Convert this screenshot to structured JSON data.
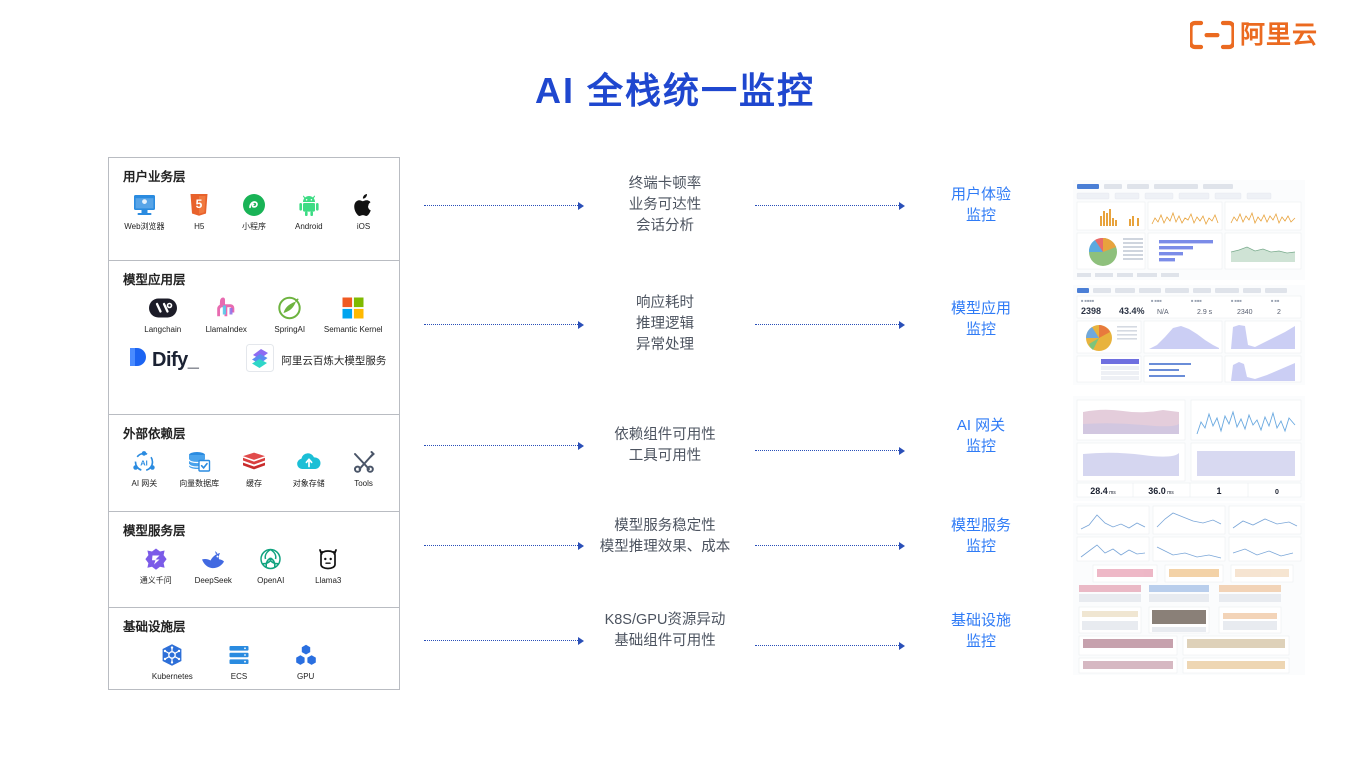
{
  "brand": {
    "logo_text": "阿里云",
    "logo_icon": "alibaba-cloud-mark",
    "logo_color": "#EB6A20"
  },
  "title": "AI 全栈统一监控",
  "title_color": "#1F47CF",
  "accent_blue": "#2F7BF6",
  "connector_color": "#2a4fb8",
  "stack": {
    "layers": [
      {
        "id": "user-business",
        "title": "用户业务层",
        "items": [
          {
            "label": "Web浏览器",
            "icon": "monitor-icon"
          },
          {
            "label": "H5",
            "icon": "html5-icon"
          },
          {
            "label": "小程序",
            "icon": "wechat-miniprogram-icon"
          },
          {
            "label": "Android",
            "icon": "android-icon"
          },
          {
            "label": "iOS",
            "icon": "apple-icon"
          }
        ]
      },
      {
        "id": "model-application",
        "title": "模型应用层",
        "items": [
          {
            "label": "Langchain",
            "icon": "langchain-icon"
          },
          {
            "label": "LlamaIndex",
            "icon": "llamaindex-icon"
          },
          {
            "label": "SpringAI",
            "icon": "spring-icon"
          },
          {
            "label": "Semantic Kernel",
            "icon": "microsoft-icon"
          }
        ],
        "items_row2": [
          {
            "label": "Dify_",
            "icon": "dify-icon"
          },
          {
            "label": "阿里云百炼大模型服务",
            "icon": "bailian-icon"
          }
        ]
      },
      {
        "id": "external-dependency",
        "title": "外部依赖层",
        "items": [
          {
            "label": "AI 网关",
            "icon": "ai-gateway-icon"
          },
          {
            "label": "向量数据库",
            "icon": "vector-database-icon"
          },
          {
            "label": "缓存",
            "icon": "redis-cache-icon"
          },
          {
            "label": "对象存储",
            "icon": "object-storage-icon"
          },
          {
            "label": "Tools",
            "icon": "tools-icon"
          }
        ]
      },
      {
        "id": "model-service",
        "title": "模型服务层",
        "items": [
          {
            "label": "通义千问",
            "icon": "tongyi-qianwen-icon"
          },
          {
            "label": "DeepSeek",
            "icon": "deepseek-whale-icon"
          },
          {
            "label": "OpenAI",
            "icon": "openai-icon"
          },
          {
            "label": "Llama3",
            "icon": "llama-icon"
          }
        ]
      },
      {
        "id": "infrastructure",
        "title": "基础设施层",
        "items": [
          {
            "label": "Kubernetes",
            "icon": "kubernetes-icon"
          },
          {
            "label": "ECS",
            "icon": "server-stack-icon"
          },
          {
            "label": "GPU",
            "icon": "gpu-icon"
          }
        ]
      }
    ]
  },
  "rows": [
    {
      "id": "user-experience",
      "desc": "终端卡顿率\n业务可达性\n会话分析",
      "desc_lines": [
        "终端卡顿率",
        "业务可达性",
        "会话分析"
      ],
      "monitor_lines": [
        "用户体验",
        "监控"
      ]
    },
    {
      "id": "model-application",
      "desc_lines": [
        "响应耗时",
        "推理逻辑",
        "异常处理"
      ],
      "monitor_lines": [
        "模型应用",
        "监控"
      ]
    },
    {
      "id": "ai-gateway",
      "desc_lines": [
        "依赖组件可用性",
        "工具可用性"
      ],
      "monitor_lines": [
        "AI 网关",
        "监控"
      ]
    },
    {
      "id": "model-service",
      "desc_lines": [
        "模型服务稳定性",
        "模型推理效果、成本"
      ],
      "monitor_lines": [
        "模型服务",
        "监控"
      ]
    },
    {
      "id": "infrastructure",
      "desc_lines": [
        "K8S/GPU资源异动",
        "基础组件可用性"
      ],
      "monitor_lines": [
        "基础设施",
        "监控"
      ]
    }
  ],
  "dashboards": {
    "latency_metrics": [
      {
        "value": "28.4",
        "unit": "ms"
      },
      {
        "value": "36.0",
        "unit": "ms"
      },
      {
        "value": "1",
        "unit": ""
      },
      {
        "value": "0",
        "unit": ""
      }
    ]
  }
}
